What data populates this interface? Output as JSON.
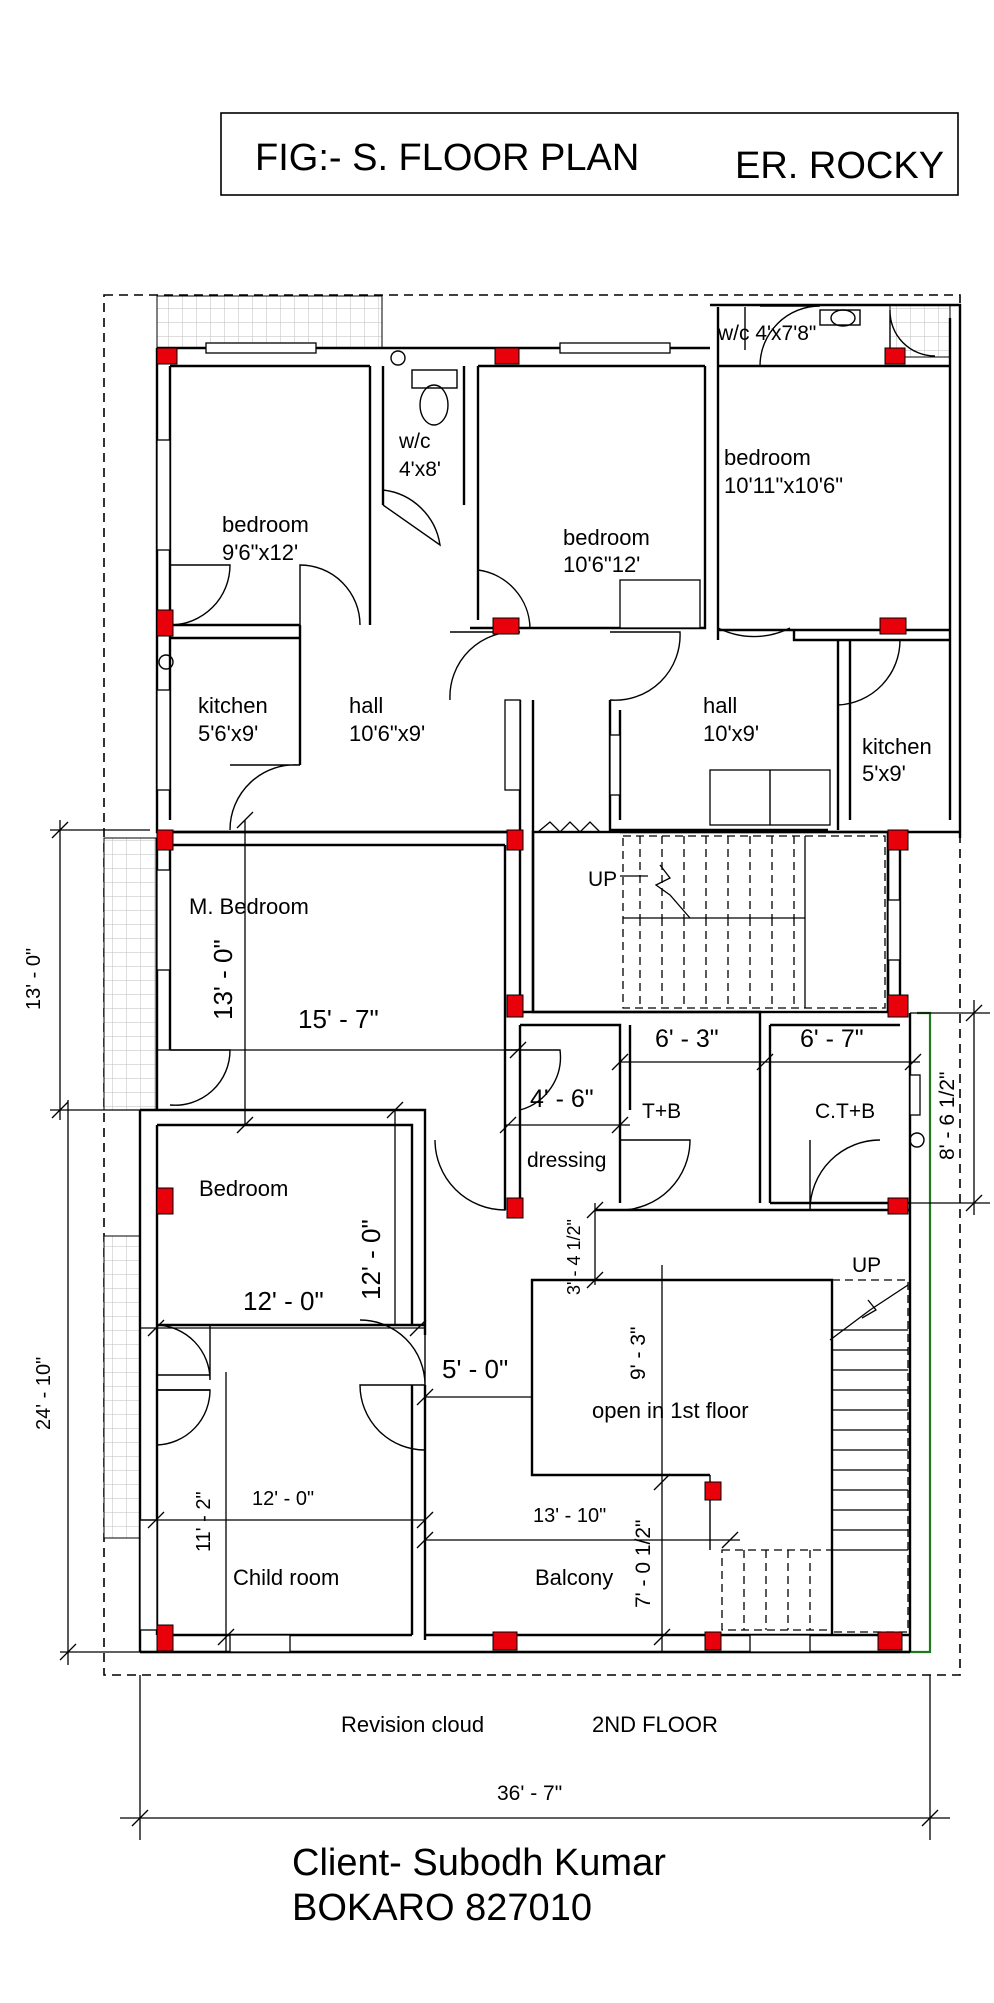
{
  "title": {
    "figure": "FIG:- S. FLOOR PLAN",
    "author": "ER. ROCKY"
  },
  "rooms": {
    "wc_top_right": "w/c 4'x7'8\"",
    "wc_center_name": "w/c",
    "wc_center_size": "4'x8'",
    "bedroom_tl_name": "bedroom",
    "bedroom_tl_size": "9'6\"x12'",
    "bedroom_tc_name": "bedroom",
    "bedroom_tc_size": "10'6\"12'",
    "bedroom_tr_name": "bedroom",
    "bedroom_tr_size": "10'11\"x10'6\"",
    "kitchen_l_name": "kitchen",
    "kitchen_l_size": "5'6'x9'",
    "hall_l_name": "hall",
    "hall_l_size": "10'6\"x9'",
    "hall_r_name": "hall",
    "hall_r_size": "10'x9'",
    "kitchen_r_name": "kitchen",
    "kitchen_r_size": "5'x9'",
    "master_bedroom": "M. Bedroom",
    "stair_up_1": "UP",
    "tb": "T+B",
    "ctb": "C.T+B",
    "dressing": "dressing",
    "bedroom_low": "Bedroom",
    "stair_up_2": "UP",
    "open_area": "open in 1st floor",
    "child_room": "Child room",
    "balcony": "Balcony"
  },
  "dimensions": {
    "left_top": "13' - 0\"",
    "left_bottom": "24' - 10\"",
    "mbed_vertical": "13' - 0\"",
    "mbed_width": "15' - 7\"",
    "tb_width": "6' - 3\"",
    "ctb_width": "6' - 7\"",
    "ctb_height": "8' - 6 1/2\"",
    "dressing_width": "4' - 6\"",
    "passage_height": "3' - 4 1/2\"",
    "bedroom_width": "12' - 0\"",
    "bedroom_height": "12' - 0\"",
    "open_height": "9' - 3\"",
    "passage_width": "5' - 0\"",
    "child_width": "12' - 0\"",
    "child_height": "11' - 2\"",
    "balcony_width": "13' - 10\"",
    "balcony_height": "7' - 0 1/2\"",
    "overall_width": "36' - 7\""
  },
  "notes": {
    "revision": "Revision cloud",
    "floor": "2ND FLOOR"
  },
  "client": {
    "name": "Client- Subodh Kumar",
    "address": "BOKARO 827010"
  },
  "colors": {
    "column": "#e8000b",
    "boundary_green": "#1f7a1f",
    "line": "#000000"
  }
}
